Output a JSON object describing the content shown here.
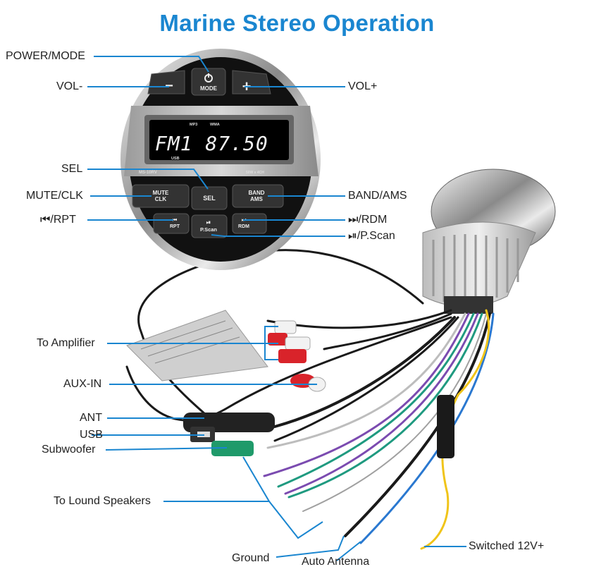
{
  "title": "Marine Stereo Operation",
  "accent_color": "#1a86d0",
  "stereo": {
    "model": "MS-10RV",
    "power_badge": "50W x 4CH",
    "display": {
      "main_text": "FM1 87.50",
      "channel_digit": "1",
      "indicators": [
        "MP3",
        "WMA",
        "USB"
      ]
    },
    "buttons": {
      "vol_minus": "−",
      "mode": "MODE",
      "vol_plus": "+",
      "mute_clk": [
        "MUTE",
        "CLK"
      ],
      "sel": "SEL",
      "band_ams": [
        "BAND",
        "AMS"
      ],
      "rpt": "RPT",
      "pscan": "P.Scan",
      "rdm": "RDM"
    },
    "icons": {
      "mode": "power-icon",
      "rpt": "skip-previous-icon",
      "pscan": "play-pause-icon",
      "rdm": "skip-next-icon"
    }
  },
  "callouts": {
    "power_mode": "POWER/MODE",
    "vol_minus": "VOL-",
    "vol_plus": "VOL+",
    "sel": "SEL",
    "mute_clk": "MUTE/CLK",
    "band_ams": "BAND/AMS",
    "rpt": "⏮/RPT",
    "rdm": "⏭/RDM",
    "pscan": "⏯/P.Scan",
    "to_amplifier": "To Amplifier",
    "aux_in": "AUX-IN",
    "ant": "ANT",
    "usb": "USB",
    "subwoofer": "Subwoofer",
    "speakers": "To Lound Speakers",
    "ground": "Ground",
    "auto_antenna": "Auto Antenna",
    "switched_12v": "Switched 12V+"
  },
  "wire_colors": {
    "callout": "#1a86d0",
    "black": "#1a1a1a",
    "purple": "#7b4bb0",
    "green": "#1f9a80",
    "blue": "#2a78d0",
    "yellow": "#f0c419",
    "red": "#d9232a",
    "grey": "#b5b5b5"
  }
}
